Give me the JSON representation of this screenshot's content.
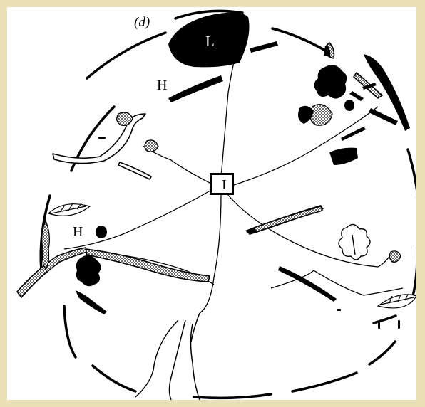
{
  "figure": {
    "panel_label": "(d)",
    "labels": {
      "large_leaf": "L",
      "hole_upper": "H",
      "hole_left": "H",
      "entrance": "I"
    }
  }
}
